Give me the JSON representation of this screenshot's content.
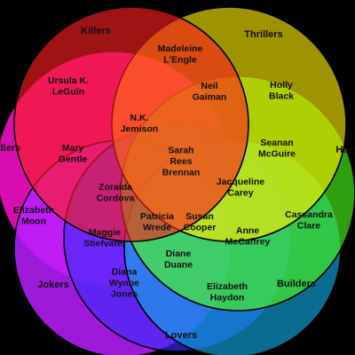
{
  "sets": [
    {
      "id": "killers",
      "label": "Killers",
      "color": "#ff1e1e"
    },
    {
      "id": "thrillers",
      "label": "Thrillers",
      "color": "#ffee00"
    },
    {
      "id": "horror",
      "label": "Horror",
      "color": "#4cff18"
    },
    {
      "id": "builders",
      "label": "Builders",
      "color": "#0faee8"
    },
    {
      "id": "lovers",
      "label": "Lovers",
      "color": "#3a2cff"
    },
    {
      "id": "jokers",
      "label": "Jokers",
      "color": "#b81eff"
    },
    {
      "id": "soldiers",
      "label": "Soldiers",
      "color": "#ff10d0"
    }
  ],
  "visible_set_labels": {
    "killers": "Killers",
    "thrillers": "Thrillers",
    "horror": "Horr",
    "builders": "Builders",
    "lovers": "Lovers",
    "jokers": "Jokers",
    "soldiers": "diers"
  },
  "authors": [
    {
      "id": "madeleine-lengle",
      "lines": [
        "Madeleine",
        "L'Engle"
      ]
    },
    {
      "id": "ursula-k-leguin",
      "lines": [
        "Ursula K.",
        "LeGuin"
      ]
    },
    {
      "id": "neil-gaiman",
      "lines": [
        "Neil",
        "Gaiman"
      ]
    },
    {
      "id": "holly-black",
      "lines": [
        "Holly",
        "Black"
      ]
    },
    {
      "id": "nk-jemison",
      "lines": [
        "N.K.",
        "Jemison"
      ]
    },
    {
      "id": "mary-gentle",
      "lines": [
        "Mary",
        "Gentle"
      ]
    },
    {
      "id": "seanan-mcguire",
      "lines": [
        "Seanan",
        "McGuire"
      ]
    },
    {
      "id": "sarah-rees-brennan",
      "lines": [
        "Sarah",
        "Rees",
        "Brennan"
      ]
    },
    {
      "id": "zoraida-cordova",
      "lines": [
        "Zoraida",
        "Cordova"
      ]
    },
    {
      "id": "jacqueline-carey",
      "lines": [
        "Jacqueline",
        "Carey"
      ]
    },
    {
      "id": "elizabeth-moon",
      "lines": [
        "Elizabeth",
        "Moon"
      ]
    },
    {
      "id": "patricia-wrede",
      "lines": [
        "Patricia",
        "Wrede"
      ]
    },
    {
      "id": "susan-cooper",
      "lines": [
        "Susan",
        "Cooper"
      ]
    },
    {
      "id": "cassandra-clare",
      "lines": [
        "Cassandra",
        "Clare"
      ]
    },
    {
      "id": "maggie-stiefvater",
      "lines": [
        "Maggie",
        "Stiefvater"
      ]
    },
    {
      "id": "anne-mccaffrey",
      "lines": [
        "Anne",
        "McCaffrey"
      ]
    },
    {
      "id": "diane-duane",
      "lines": [
        "Diane",
        "Duane"
      ]
    },
    {
      "id": "diana-wynne-jones",
      "lines": [
        "Diana",
        "Wynne",
        "Jones"
      ]
    },
    {
      "id": "elizabeth-haydon",
      "lines": [
        "Elizabeth",
        "Haydon"
      ]
    }
  ]
}
